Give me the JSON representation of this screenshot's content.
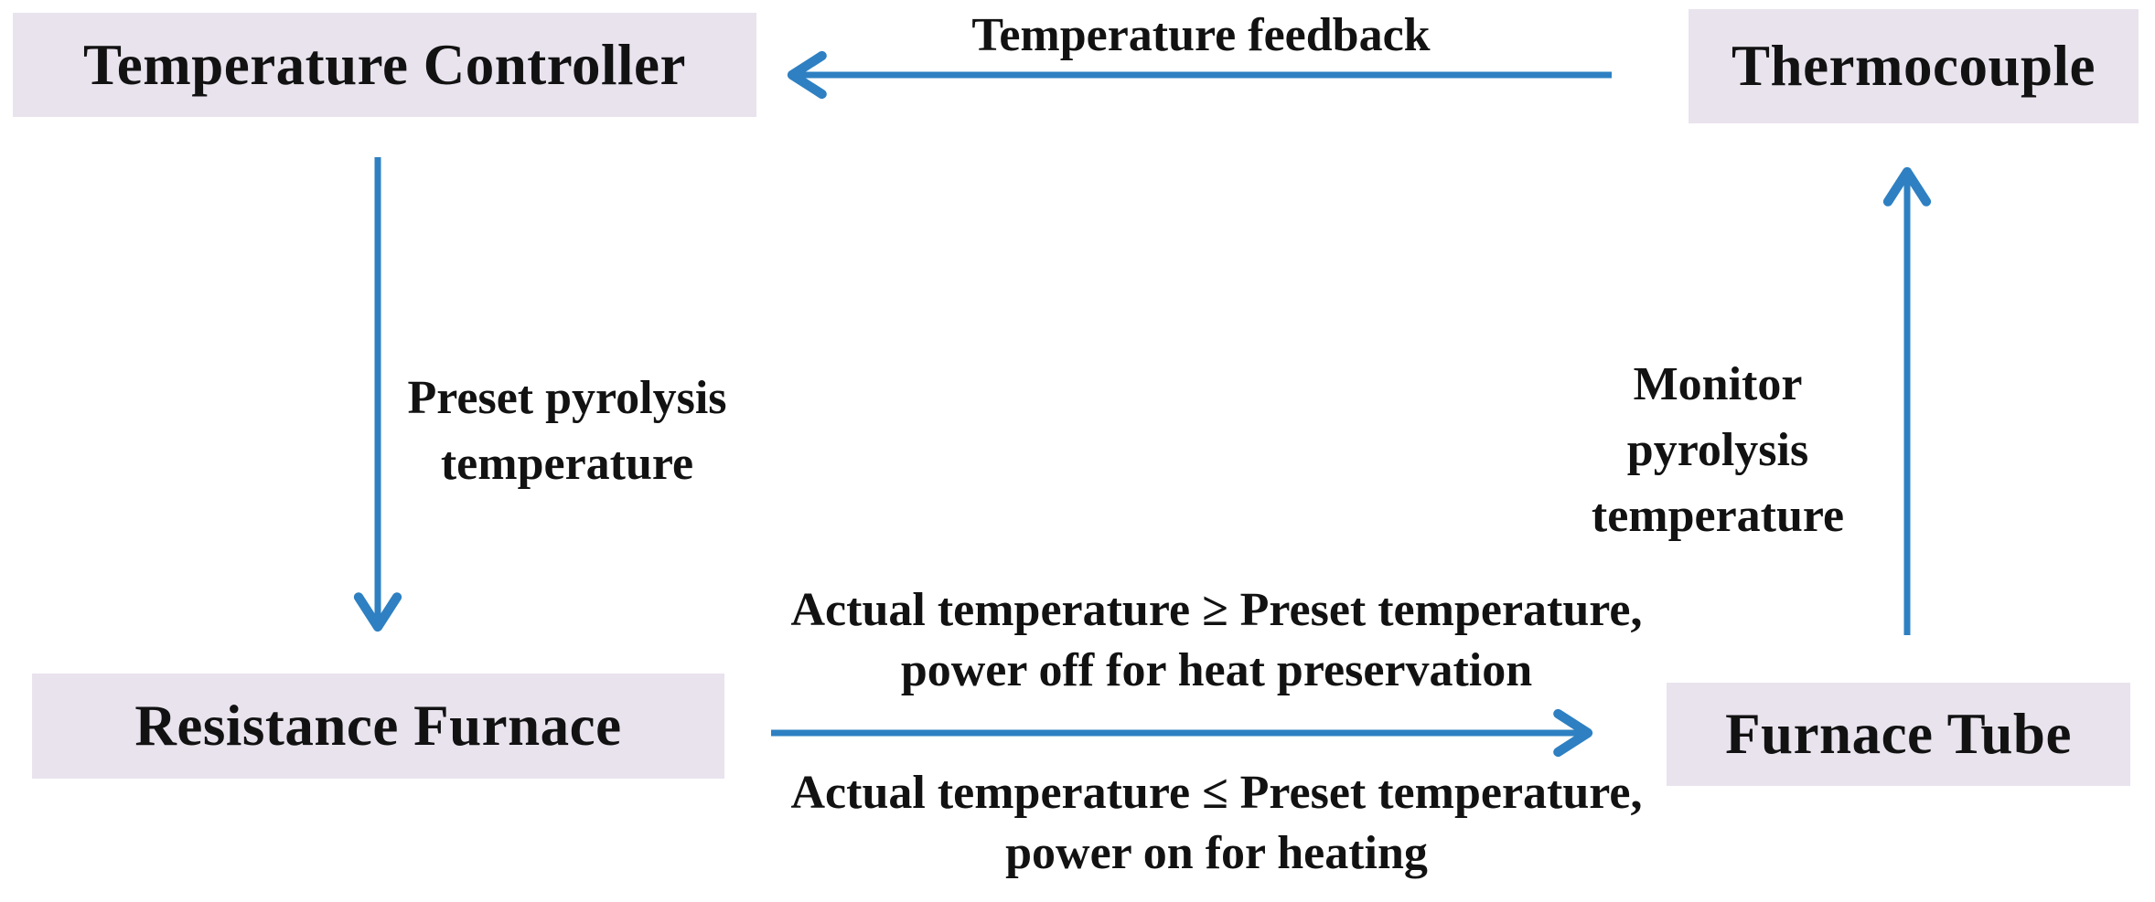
{
  "diagram": {
    "nodes": {
      "temperature_controller": {
        "label": "Temperature Controller"
      },
      "thermocouple": {
        "label": "Thermocouple"
      },
      "resistance_furnace": {
        "label": "Resistance Furnace"
      },
      "furnace_tube": {
        "label": "Furnace Tube"
      }
    },
    "edges": {
      "temperature_feedback": {
        "from": "Thermocouple",
        "to": "Temperature Controller",
        "label": "Temperature feedback"
      },
      "preset_pyrolysis": {
        "from": "Temperature Controller",
        "to": "Resistance Furnace",
        "label": "Preset pyrolysis temperature",
        "lines": [
          "Preset pyrolysis",
          "temperature"
        ]
      },
      "power_off": {
        "from": "Resistance Furnace",
        "to": "Furnace Tube",
        "label": "Actual temperature ≥ Preset temperature, power off for heat preservation",
        "lines": [
          "Actual temperature ≥ Preset temperature,",
          "power off for heat preservation"
        ]
      },
      "power_on": {
        "from": "Resistance Furnace",
        "to": "Furnace Tube",
        "label": "Actual temperature ≤ Preset temperature, power on for heating",
        "lines": [
          "Actual temperature ≤ Preset temperature,",
          "power on for heating"
        ]
      },
      "monitor_pyrolysis": {
        "from": "Furnace Tube",
        "to": "Thermocouple",
        "label": "Monitor pyrolysis temperature",
        "lines": [
          "Monitor",
          "pyrolysis",
          "temperature"
        ]
      }
    }
  },
  "colors": {
    "node_fill": "#e9e3ee",
    "arrow": "#2e80c2",
    "text": "#121212",
    "background": "#ffffff"
  }
}
